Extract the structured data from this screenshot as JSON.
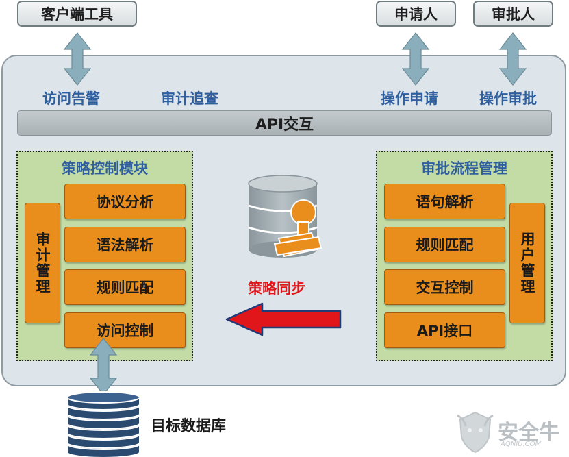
{
  "top": {
    "client_tool": "客户端工具",
    "applicant": "申请人",
    "approver": "审批人"
  },
  "interfaces": {
    "access_alert": "访问告警",
    "audit_trace": "审计追查",
    "op_request": "操作申请",
    "op_approve": "操作审批"
  },
  "api_bar": "API交互",
  "left_module": {
    "title": "策略控制模块",
    "side": "审计管理",
    "items": [
      "协议分析",
      "语法解析",
      "规则匹配",
      "访问控制"
    ]
  },
  "right_module": {
    "title": "审批流程管理",
    "side": "用户管理",
    "items": [
      "语句解析",
      "规则匹配",
      "交互控制",
      "API接口"
    ]
  },
  "sync_label": "策略同步",
  "database_label": "目标数据库",
  "watermark": {
    "text": "安全牛",
    "sub": "AQNIU.COM"
  },
  "colors": {
    "module_bg": "#c3dca6",
    "orange_box": "#e98d1d",
    "label_blue": "#2f5f9f",
    "sync_red": "#e0161b",
    "database_blue": "#2a4a6f"
  }
}
